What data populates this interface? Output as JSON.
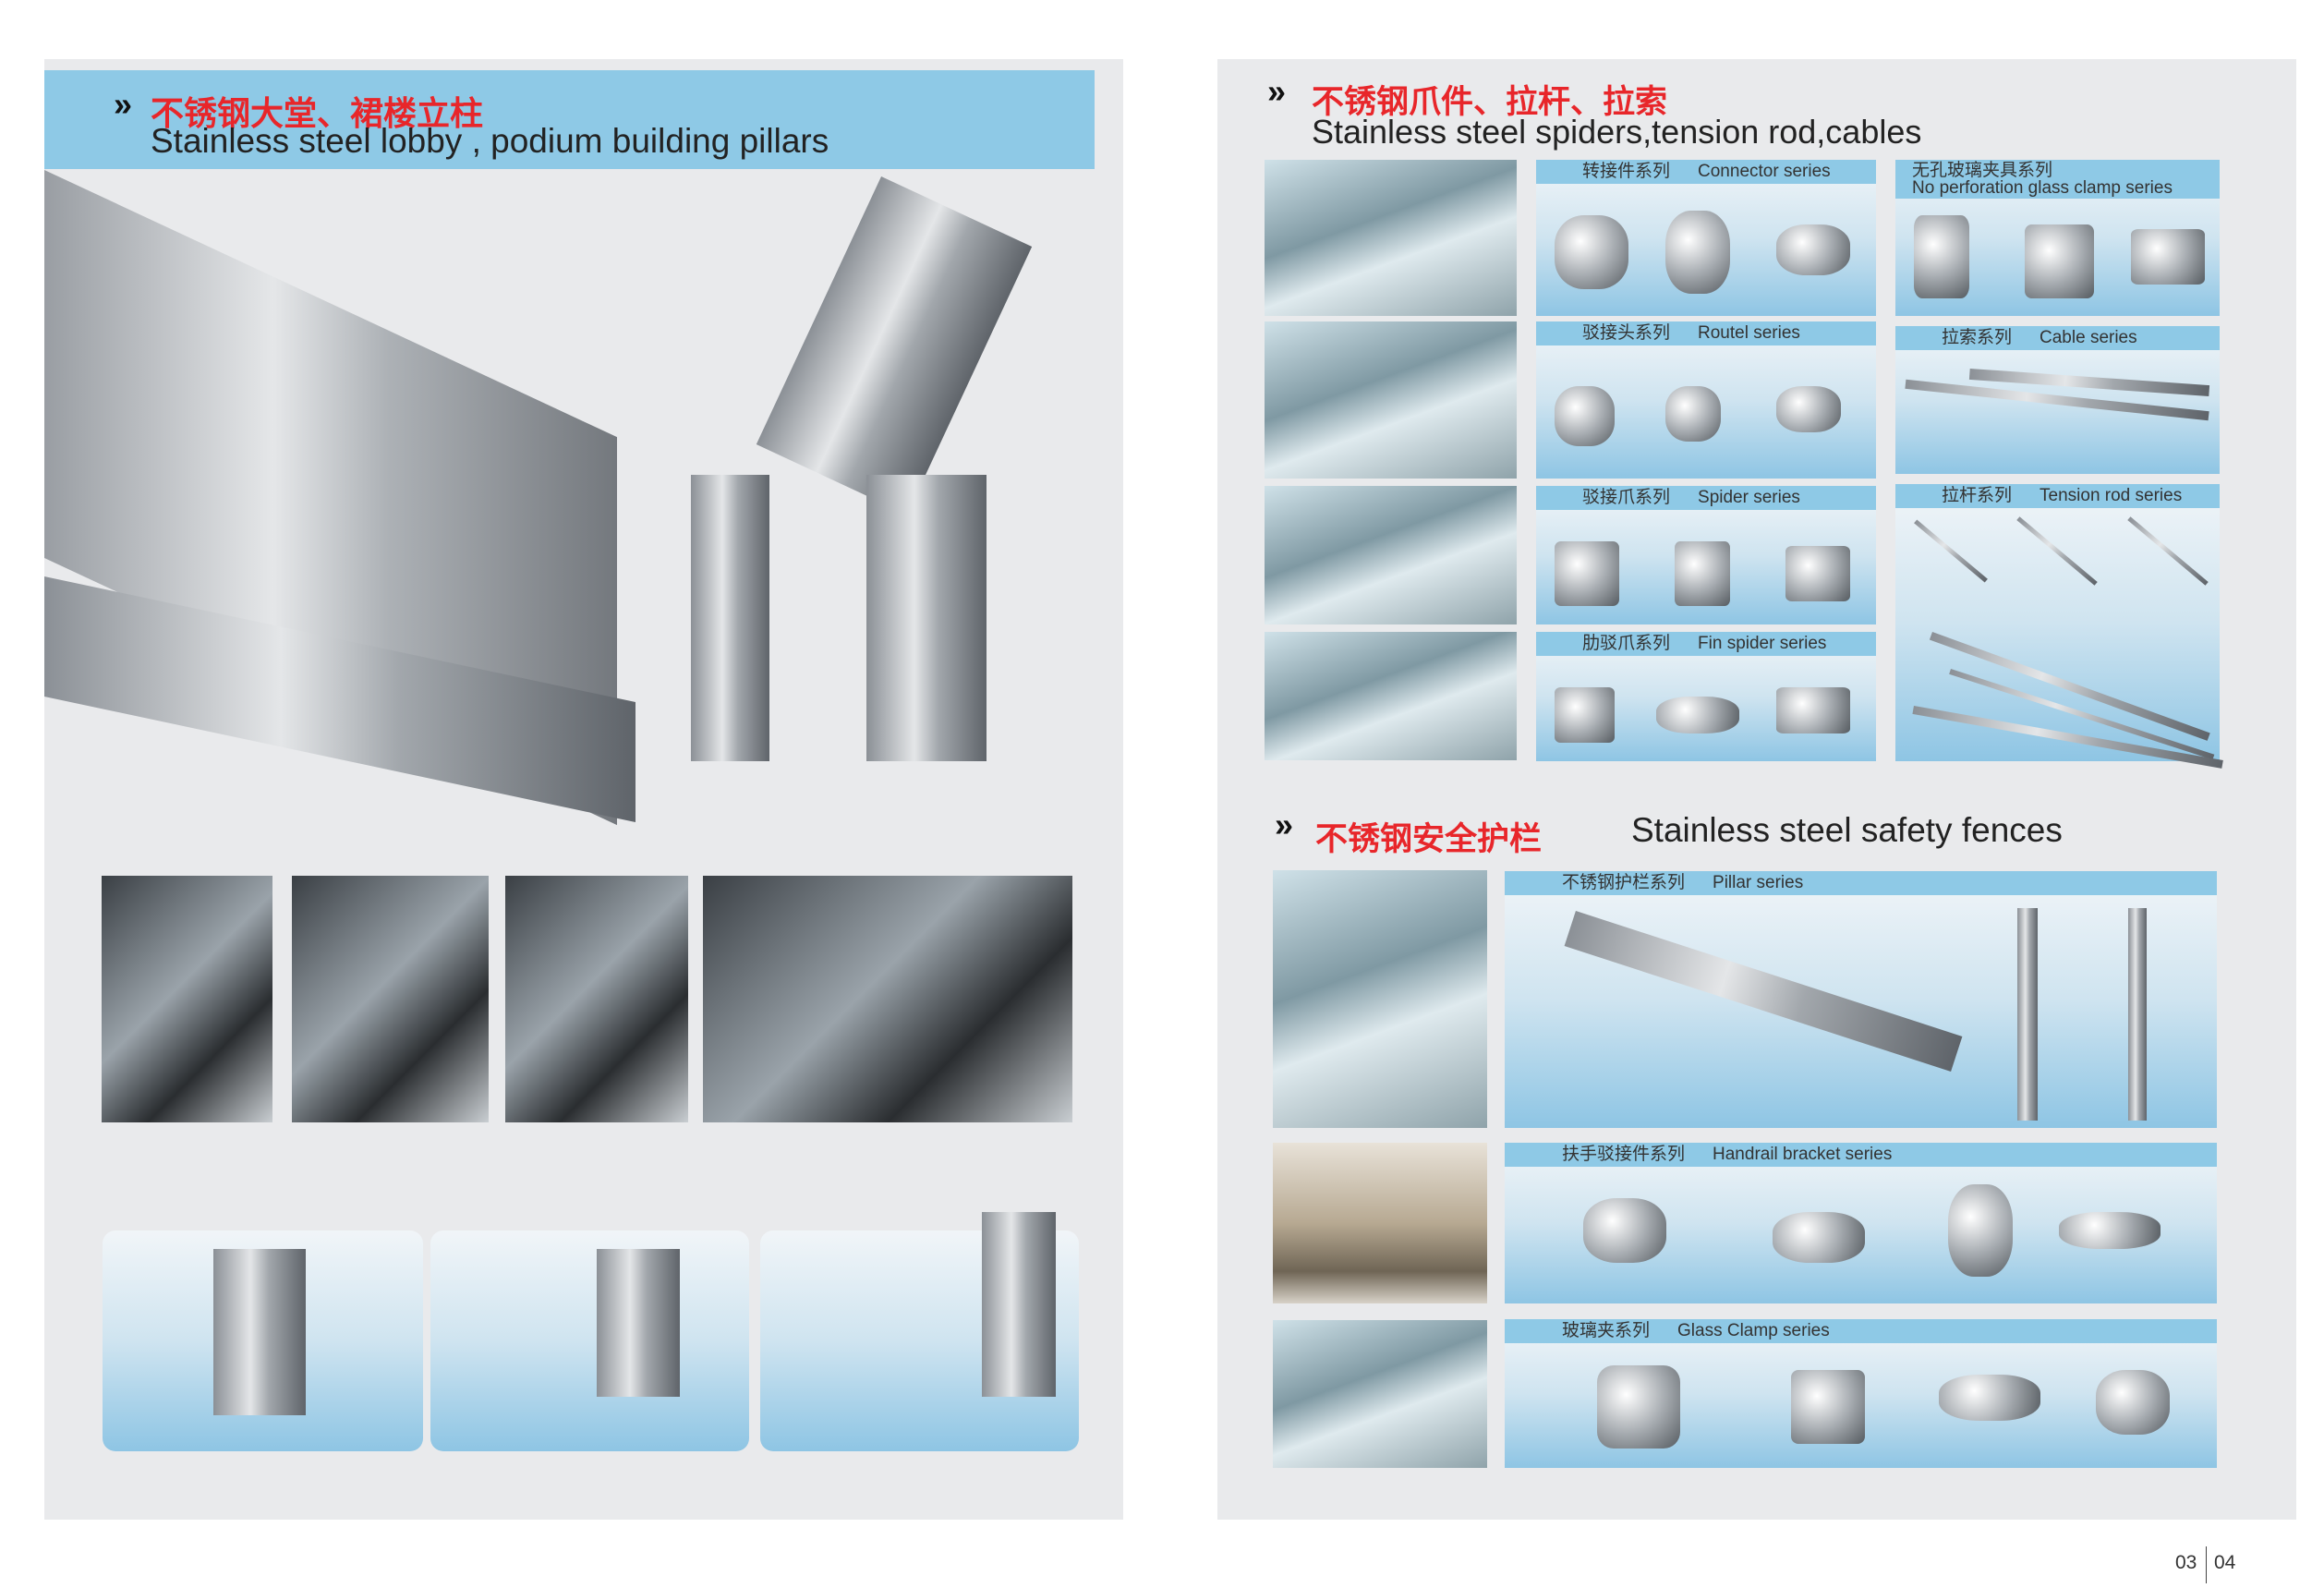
{
  "left_page": {
    "title_cn": "不锈钢大堂、裙楼立柱",
    "title_en": "Stainless steel lobby , podium building pillars"
  },
  "right_page": {
    "spiders": {
      "title_cn": "不锈钢爪件、拉杆、拉索",
      "title_en": "Stainless steel spiders,tension rod,cables",
      "series": [
        {
          "cn": "转接件系列",
          "en": "Connector series"
        },
        {
          "cn": "驳接头系列",
          "en": "Routel series"
        },
        {
          "cn": "驳接爪系列",
          "en": "Spider series"
        },
        {
          "cn": "肋驳爪系列",
          "en": "Fin spider series"
        },
        {
          "cn": "无孔玻璃夹具系列",
          "en": "No perforation glass clamp series"
        },
        {
          "cn": "拉索系列",
          "en": "Cable series"
        },
        {
          "cn": "拉杆系列",
          "en": "Tension rod series"
        }
      ]
    },
    "fences": {
      "title_cn": "不锈钢安全护栏",
      "title_en": "Stainless steel safety fences",
      "series": [
        {
          "cn": "不锈钢护栏系列",
          "en": "Pillar series"
        },
        {
          "cn": "扶手驳接件系列",
          "en": "Handrail bracket series"
        },
        {
          "cn": "玻璃夹系列",
          "en": "Glass Clamp series"
        }
      ]
    }
  },
  "page_numbers": {
    "left": "03",
    "right": "04"
  },
  "icons": {
    "title_marker": "double-chevron-right-icon"
  },
  "colors": {
    "accent_red": "#e8262a",
    "band_blue": "#8ec9e6",
    "page_bg": "#e9eaec"
  }
}
